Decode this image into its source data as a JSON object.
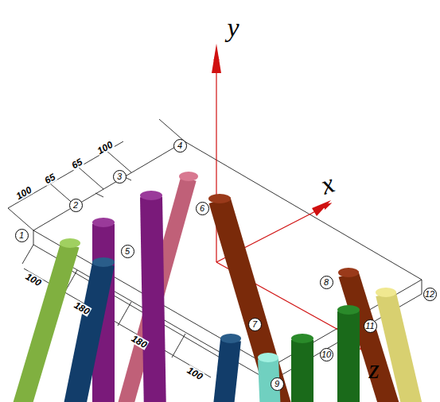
{
  "diagram": {
    "labels": [
      "y",
      "x",
      "z",
      "100",
      "65",
      "65",
      "100",
      "100",
      "180",
      "180",
      "100",
      "1",
      "2",
      "3",
      "4",
      "5",
      "6",
      "7",
      "8",
      "9",
      "10",
      "11",
      "12"
    ]
  }
}
